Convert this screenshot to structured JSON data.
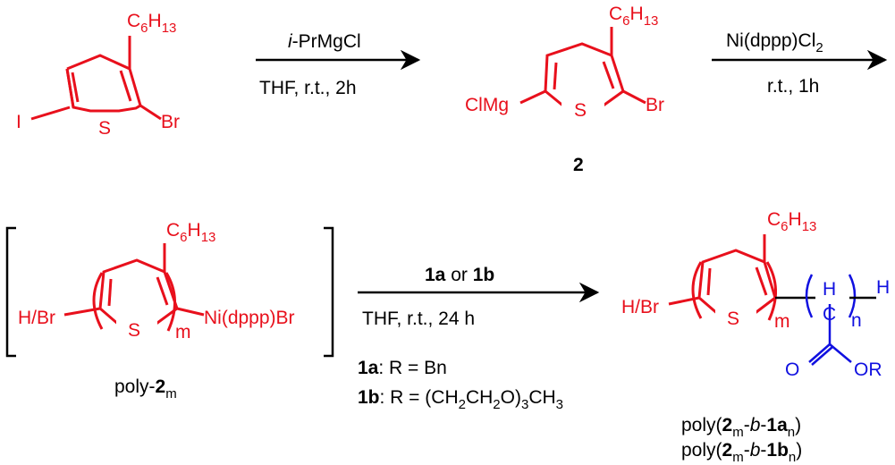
{
  "colors": {
    "monomer": "#e8101c",
    "text": "#000000",
    "ester": "#1010e0"
  },
  "start_material": {
    "substituent": "C",
    "sub_6": "6",
    "H": "H",
    "sub_13": "13",
    "left_atom": "I",
    "right_atom": "Br",
    "ring_atom": "S"
  },
  "step1": {
    "reagent_prefix": "i",
    "reagent_rest": "-PrMgCl",
    "conditions": "THF, r.t., 2h"
  },
  "compound2": {
    "left_group": "ClMg",
    "right_atom": "Br",
    "ring_atom": "S",
    "label": "2"
  },
  "step2": {
    "catalyst_a": "Ni(dppp)Cl",
    "catalyst_sub": "2",
    "conditions": "r.t., 1h"
  },
  "intermediate": {
    "left_group": "H/Br",
    "right_group": "Ni(dppp)Br",
    "repeat": "m",
    "label_prefix": "poly-",
    "label_bold": "2",
    "label_sub": "m"
  },
  "step3": {
    "reagent_a": "1a",
    "reagent_or": " or ",
    "reagent_b": "1b",
    "conditions": "THF, r.t., 24 h",
    "def_a_bold": "1a",
    "def_a_rest": ": R = Bn",
    "def_b_bold": "1b",
    "def_b_rest": ": R = (CH",
    "s2": "2",
    "CH": "CH",
    "O": "O)",
    "s3": "3",
    "CH3": "CH",
    "s3b": "3"
  },
  "product": {
    "left_group": "H/Br",
    "repeat_m": "m",
    "repeat_n": "n",
    "H_top": "H",
    "C_mid": "C",
    "H_end": "H",
    "O_left": "O",
    "OR": "OR",
    "label1_a": "poly(",
    "label1_b": "2",
    "label1_c": "m",
    "label1_d": "-",
    "label1_e": "b",
    "label1_f": "-",
    "label1_g": "1a",
    "label1_h": "n",
    "label1_i": ")",
    "label2_g": "1b"
  }
}
